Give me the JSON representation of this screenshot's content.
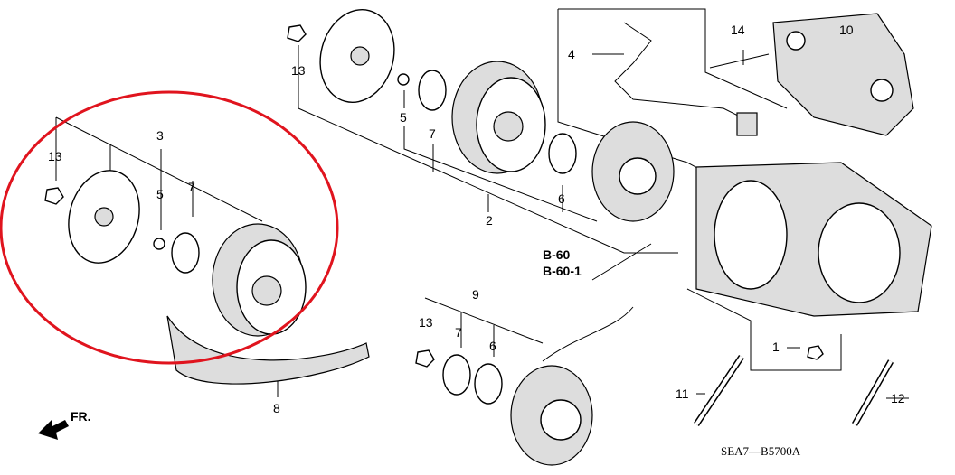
{
  "diagram": {
    "code": "SEA7—B5700A",
    "direction_label": "FR.",
    "references": [
      "B-60",
      "B-60-1"
    ],
    "highlight_color": "#e0141e",
    "callouts": {
      "left_nut": "13",
      "left_hub": "3",
      "left_shim": "5",
      "left_snapring": "7",
      "belt": "8",
      "top_nut": "13",
      "top_shim": "5",
      "top_snapring": "7",
      "pulley_assembly": "2",
      "snapring_6": "6",
      "sensor": "4",
      "bolt_14": "14",
      "bracket": "10",
      "field_coil": "9",
      "coil_nut": "13",
      "coil_snapring": "7",
      "coil_snapring_6": "6",
      "valve": "1",
      "bolt_11": "11",
      "bolt_12": "12"
    }
  }
}
